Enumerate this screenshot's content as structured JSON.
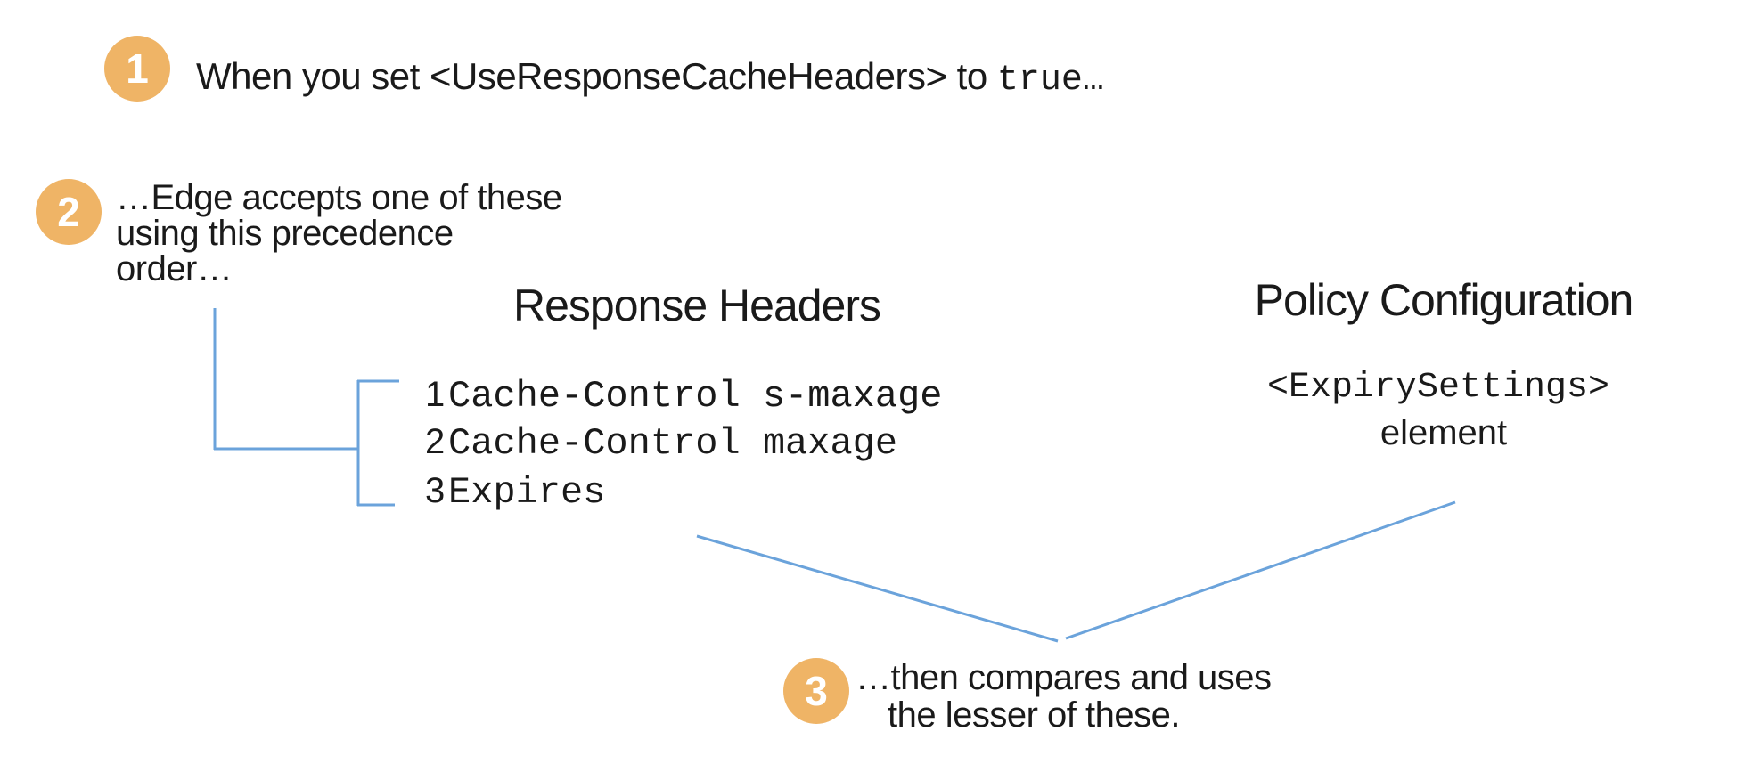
{
  "diagram": {
    "step1": {
      "number": "1",
      "text_sans": "When you set <UseResponseCacheHeaders> to ",
      "text_mono": "true…"
    },
    "step2": {
      "number": "2",
      "line1": "…Edge accepts one of these",
      "line2": "using this precedence",
      "line3": "order…"
    },
    "step3": {
      "number": "3",
      "line1": "…then compares and uses",
      "line2": "the lesser of these."
    },
    "response_headers": {
      "title": "Response Headers",
      "items": [
        {
          "num": "1",
          "code": "Cache-Control s-maxage"
        },
        {
          "num": "2",
          "code": "Cache-Control maxage"
        },
        {
          "num": "3",
          "code": "Expires"
        }
      ]
    },
    "policy_configuration": {
      "title": "Policy Configuration",
      "code": "<ExpirySettings>",
      "caption": "element"
    },
    "colors": {
      "badge_orange": "#EFB466",
      "badge_number_white": "#FFFFFF",
      "connector_blue": "#6BA3DB",
      "text_black": "#1A1A1A"
    }
  }
}
